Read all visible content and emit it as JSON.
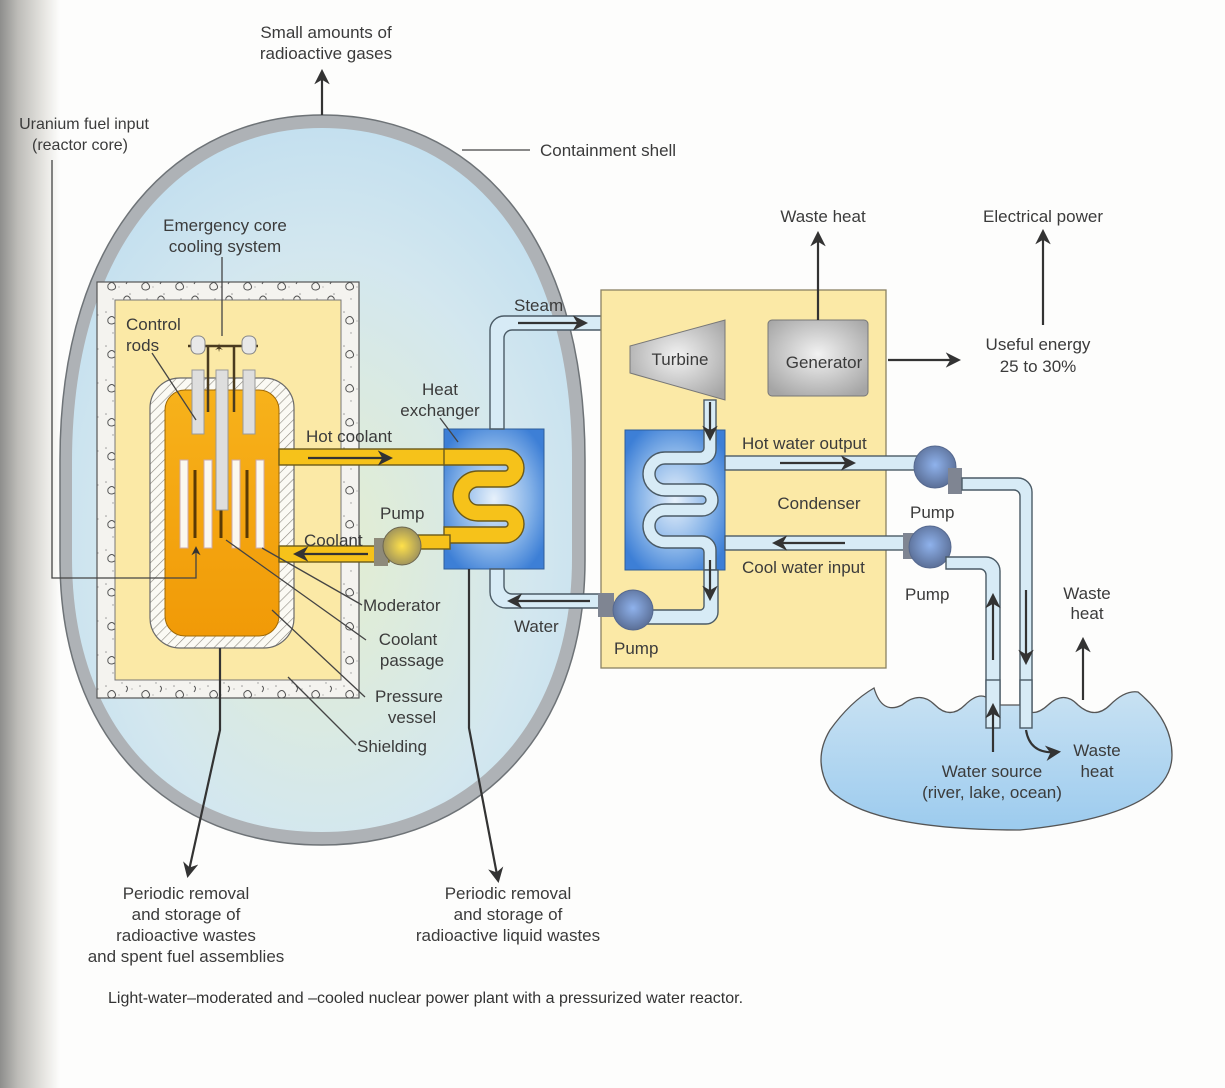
{
  "figure": {
    "caption": "Light-water–moderated and –cooled nuclear power plant with a pressurized water reactor.",
    "colors": {
      "containment_fill": "#cfe6f2",
      "containment_shell": "#a9adb1",
      "shielding_fill": "#f3f2ee",
      "reactor_room_fill": "#fbe9a6",
      "reactor_core_fill": "#f4a20c",
      "coolant_pipe": "#f6c21a",
      "water_pipe": "#d7ebf6",
      "heat_exchanger_fill": "#4e8fdc",
      "turbine_hall_fill": "#fbe9a6",
      "machine_gray": "#b9b9b9",
      "pump_blue": "#6f86b3",
      "lake_fill": "#a9d2ee"
    }
  },
  "labels": {
    "gases": [
      "Small amounts of",
      "radioactive gases"
    ],
    "fuel_input": [
      "Uranium fuel input",
      "(reactor core)"
    ],
    "containment_shell": "Containment shell",
    "emergency_cooling": [
      "Emergency core",
      "cooling system"
    ],
    "control_rods": [
      "Control",
      "rods"
    ],
    "heat_exchanger": [
      "Heat",
      "exchanger"
    ],
    "hot_coolant": "Hot coolant",
    "coolant": "Coolant",
    "pump_primary": "Pump",
    "moderator": "Moderator",
    "coolant_passage": [
      "Coolant",
      "passage"
    ],
    "pressure_vessel": [
      "Pressure",
      "vessel"
    ],
    "shielding": "Shielding",
    "steam": "Steam",
    "water": "Water",
    "pump_secondary": "Pump",
    "turbine": "Turbine",
    "generator": "Generator",
    "waste_heat_generator": "Waste heat",
    "electrical_power": "Electrical power",
    "useful_energy": [
      "Useful energy",
      "25 to 30%"
    ],
    "hot_water_output": "Hot water output",
    "condenser": "Condenser",
    "cool_water_input": "Cool water input",
    "pump_hot_out": "Pump",
    "pump_cool_in": "Pump",
    "waste_heat_air": [
      "Waste",
      "heat"
    ],
    "waste_heat_water": [
      "Waste",
      "heat"
    ],
    "water_source": [
      "Water source",
      "(river, lake, ocean)"
    ],
    "solid_waste": [
      "Periodic removal",
      "and storage of",
      "radioactive wastes",
      "and spent fuel assemblies"
    ],
    "liquid_waste": [
      "Periodic removal",
      "and storage of",
      "radioactive liquid wastes"
    ]
  }
}
